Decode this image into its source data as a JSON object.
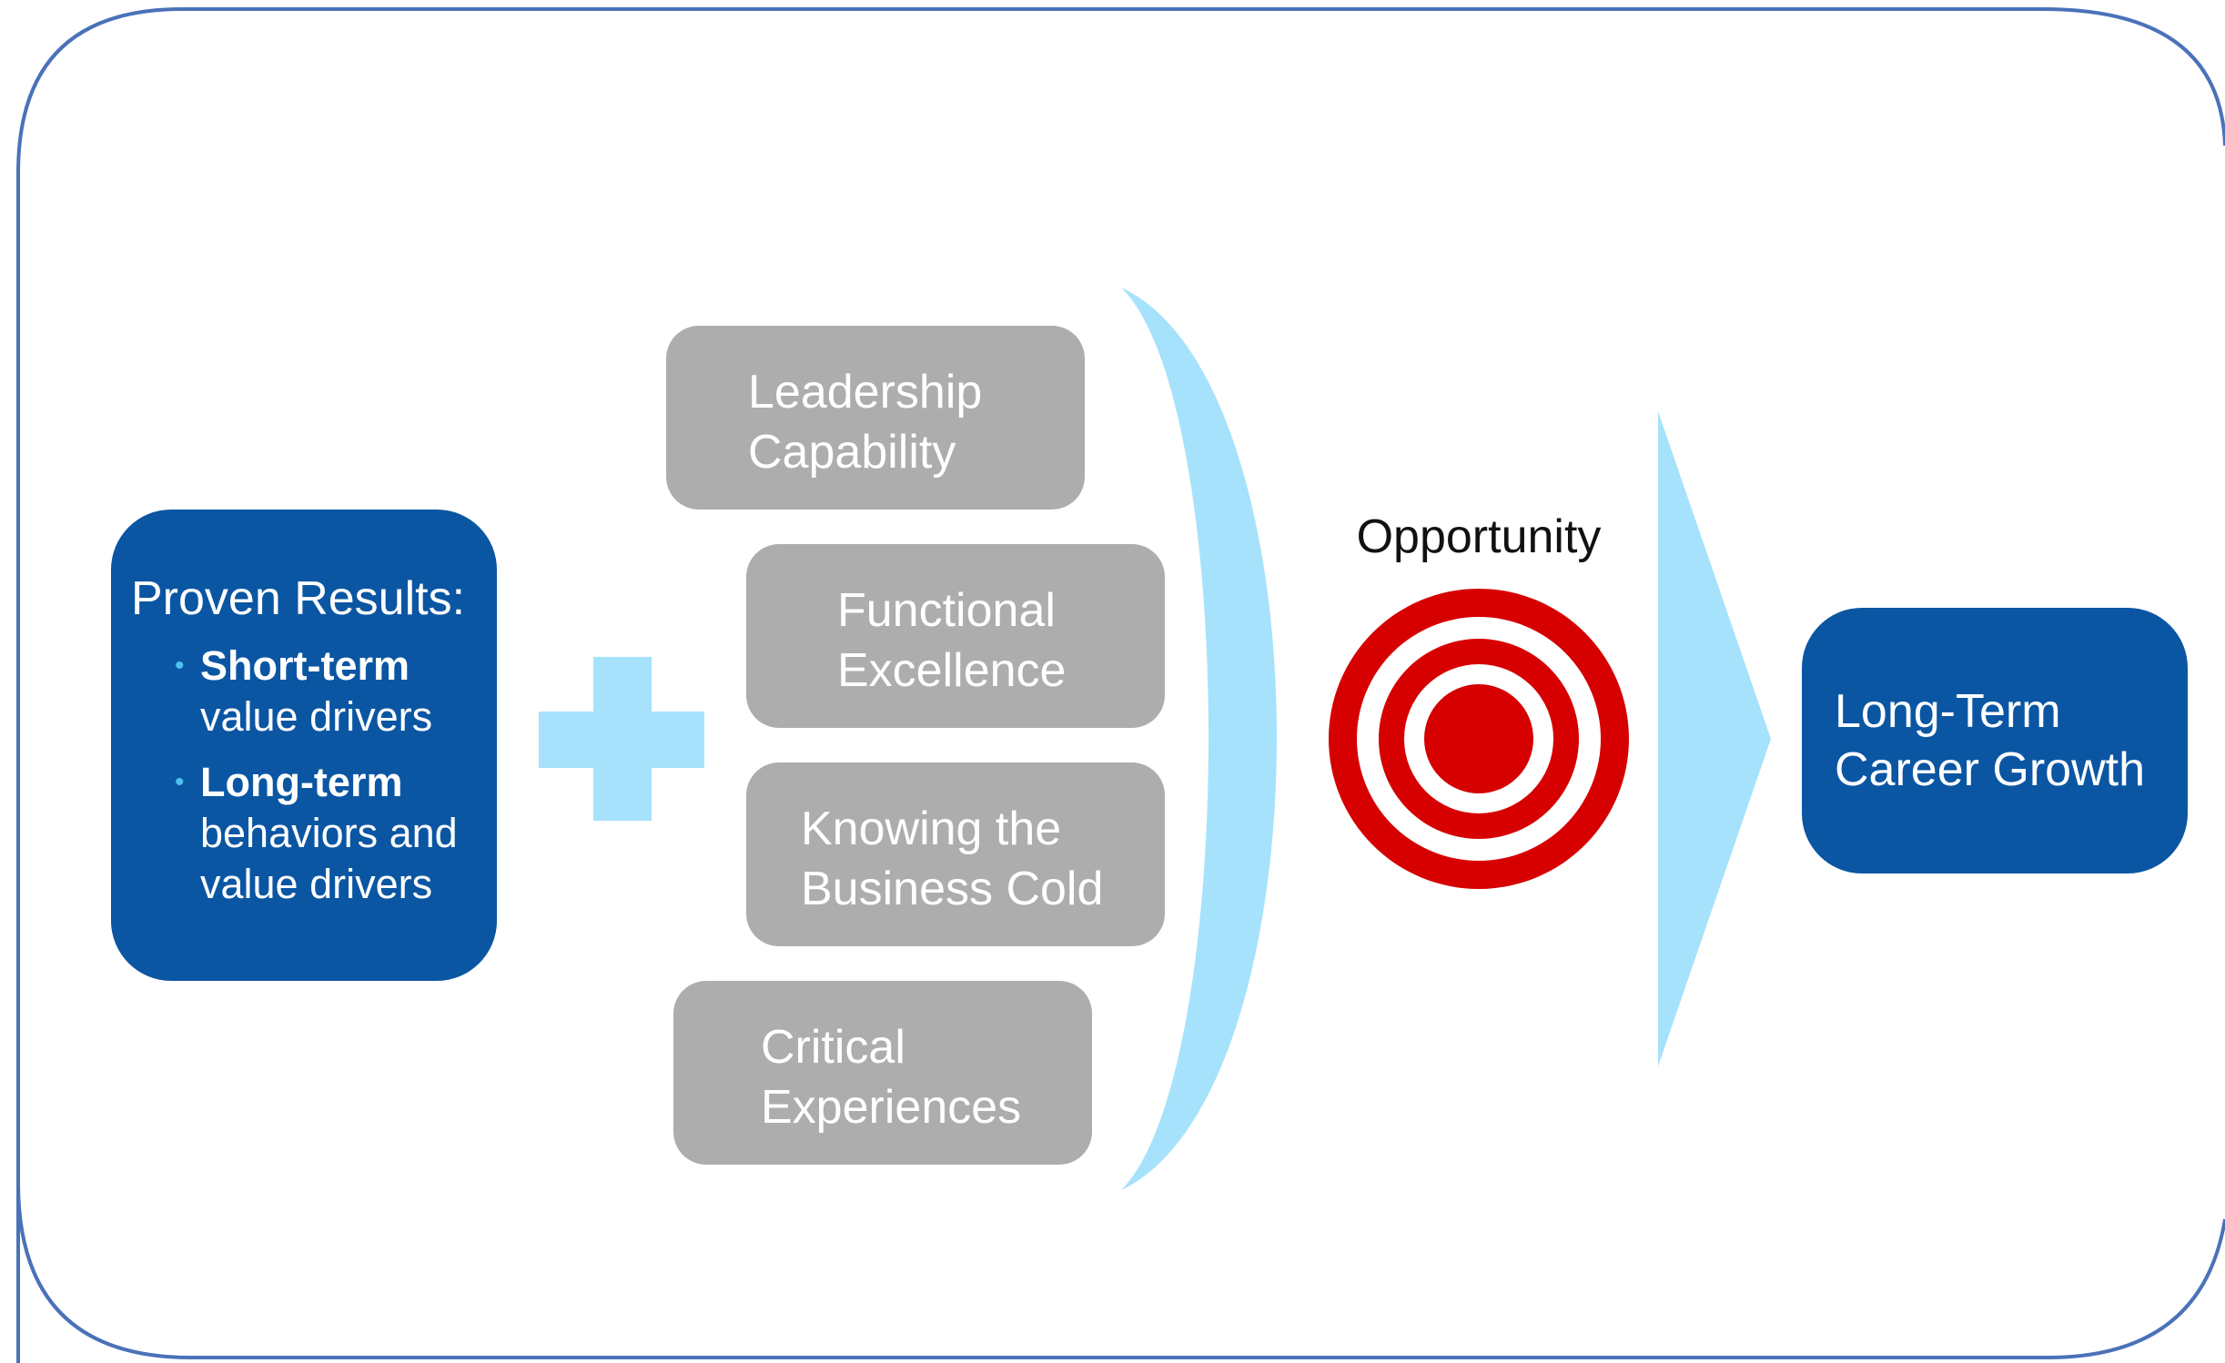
{
  "proven_results": {
    "heading": "Proven Results:",
    "items": [
      {
        "bold": "Short-term",
        "rest": [
          "value drivers"
        ]
      },
      {
        "bold": "Long-term",
        "rest": [
          "behaviors and",
          "value drivers"
        ]
      }
    ]
  },
  "factors": [
    {
      "lines": [
        "Leadership",
        "Capability"
      ]
    },
    {
      "lines": [
        "Functional",
        "Excellence"
      ]
    },
    {
      "lines": [
        "Knowing the",
        "Business Cold"
      ]
    },
    {
      "lines": [
        "Critical",
        "Experiences"
      ]
    }
  ],
  "opportunity_label": "Opportunity",
  "outcome": {
    "lines": [
      "Long-Term",
      "Career Growth"
    ]
  },
  "colors": {
    "primary_blue": "#0b56a3",
    "light_blue": "#a6e2fb",
    "gray": "#adadad",
    "target_red": "#d60000",
    "frame_border": "#4a72b8"
  }
}
